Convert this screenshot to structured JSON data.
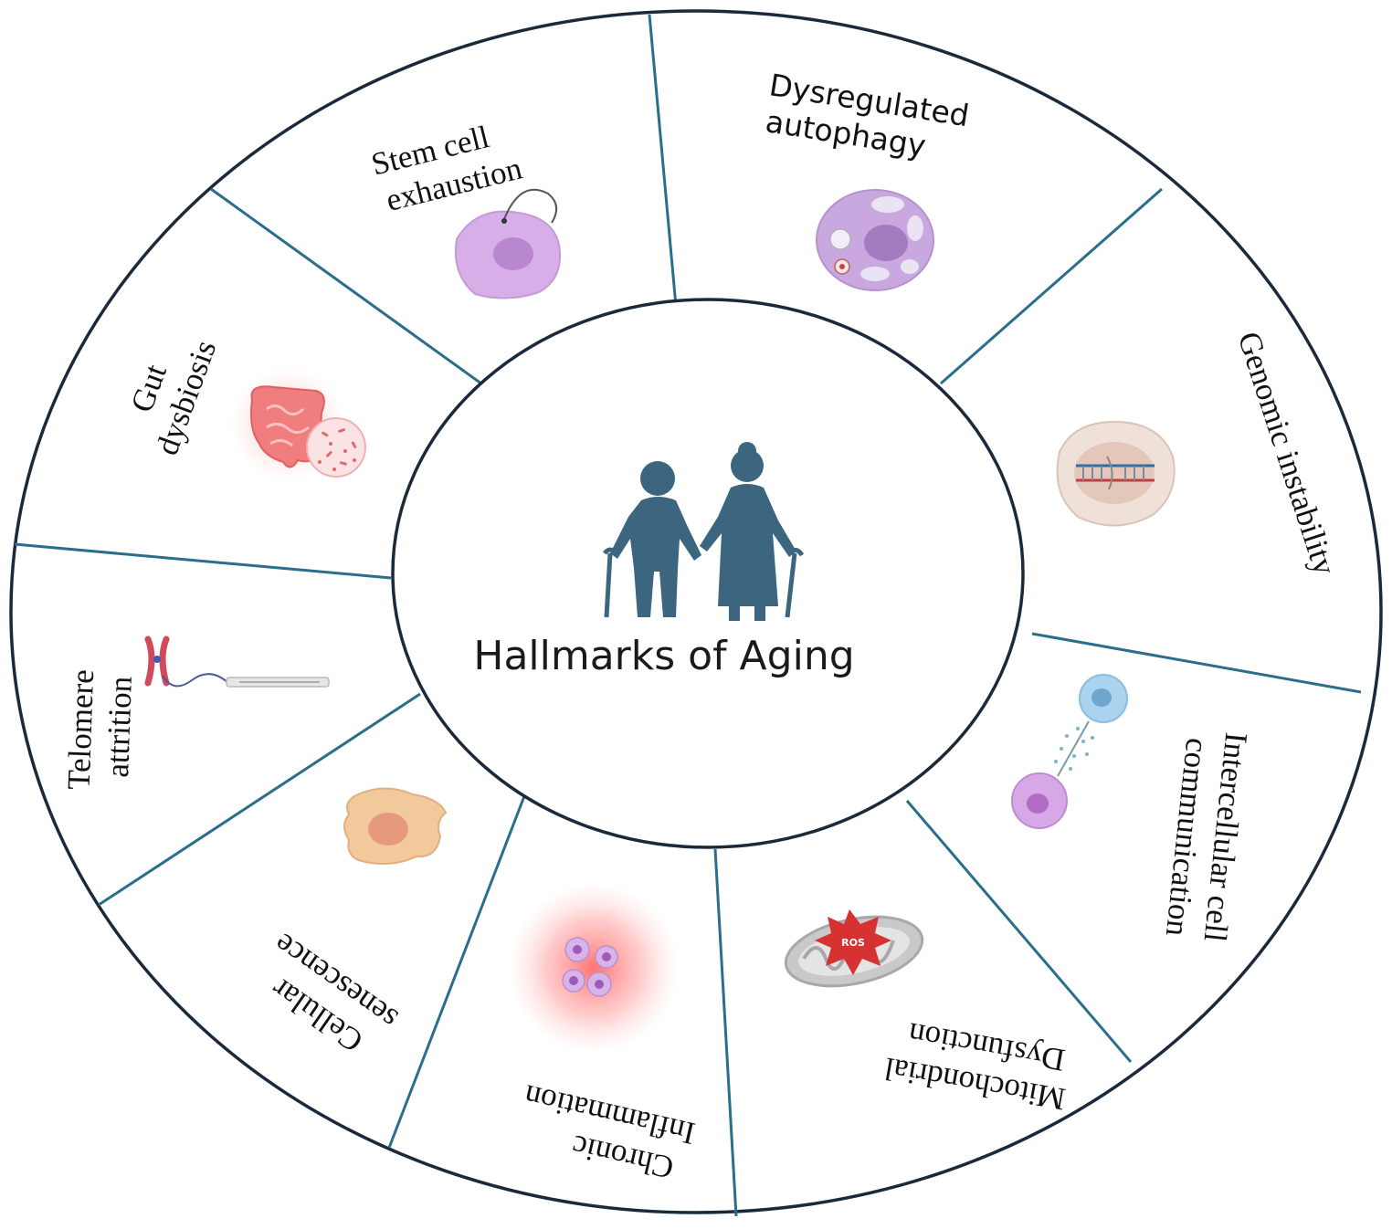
{
  "center": {
    "title": "Hallmarks of Aging",
    "icon": "elderly-couple-icon",
    "icon_color": "#3c6680"
  },
  "colors": {
    "outer_ring": "#1b2a3a",
    "dividers": "#2a6e8c",
    "background": "#ffffff"
  },
  "segments": [
    {
      "id": "stem-cell-exhaustion",
      "lines": [
        "Stem cell",
        "exhaustion"
      ],
      "icon": "stem-cell-icon"
    },
    {
      "id": "dysregulated-autophagy",
      "lines": [
        "Dysregulated",
        "autophagy"
      ],
      "icon": "autophagy-cell-icon"
    },
    {
      "id": "genomic-instability",
      "lines": [
        "Genomic instability"
      ],
      "icon": "dna-nucleus-icon"
    },
    {
      "id": "intercellular-communication",
      "lines": [
        "Intercellular cell",
        "communication"
      ],
      "icon": "cell-signaling-icon"
    },
    {
      "id": "mitochondrial-dysfunction",
      "lines": [
        "Mitochondrial",
        "Dysfunction"
      ],
      "icon": "mitochondrion-ros-icon",
      "badge": "ROS"
    },
    {
      "id": "chronic-inflammation",
      "lines": [
        "Chronic",
        "Inflammation"
      ],
      "icon": "inflammation-icon"
    },
    {
      "id": "cellular-senescence",
      "lines": [
        "Cellular",
        "senescence"
      ],
      "icon": "senescent-cell-icon"
    },
    {
      "id": "telomere-attrition",
      "lines": [
        "Telomere",
        "attrition"
      ],
      "icon": "chromosome-telomere-icon"
    },
    {
      "id": "gut-dysbiosis",
      "lines": [
        "Gut",
        "dysbiosis"
      ],
      "icon": "intestine-bacteria-icon"
    }
  ]
}
